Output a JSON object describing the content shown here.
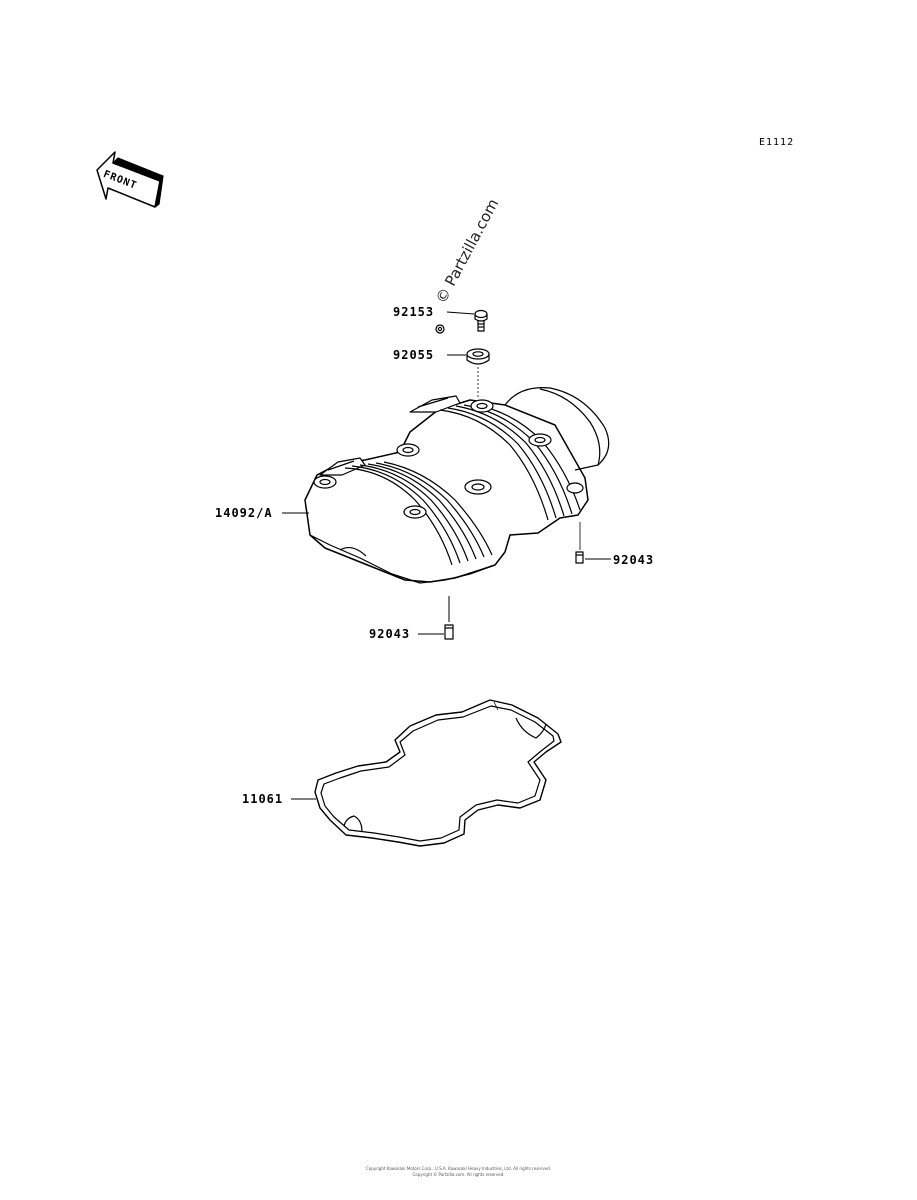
{
  "diagram_code": "E1112",
  "front_arrow": {
    "text": "FRONT",
    "icon": "front-direction-arrow-icon"
  },
  "watermark": "© Partzilla.com",
  "parts": [
    {
      "id": "screw",
      "label": "92153"
    },
    {
      "id": "seal_washer",
      "label": "92055"
    },
    {
      "id": "cylinder_head_cover",
      "label": "14092/A"
    },
    {
      "id": "dowel_pin_right",
      "label": "92043"
    },
    {
      "id": "dowel_pin_bottom",
      "label": "92043"
    },
    {
      "id": "gasket",
      "label": "11061"
    }
  ],
  "copyright": {
    "line1": "Copyright Kawasaki Motors Corp., U.S.A. Kawasaki Heavy Industries, Ltd. All rights reserved.",
    "line2": "Copyright © Partzilla.com. All rights reserved."
  },
  "colors": {
    "line": "#000000",
    "background": "#ffffff"
  }
}
